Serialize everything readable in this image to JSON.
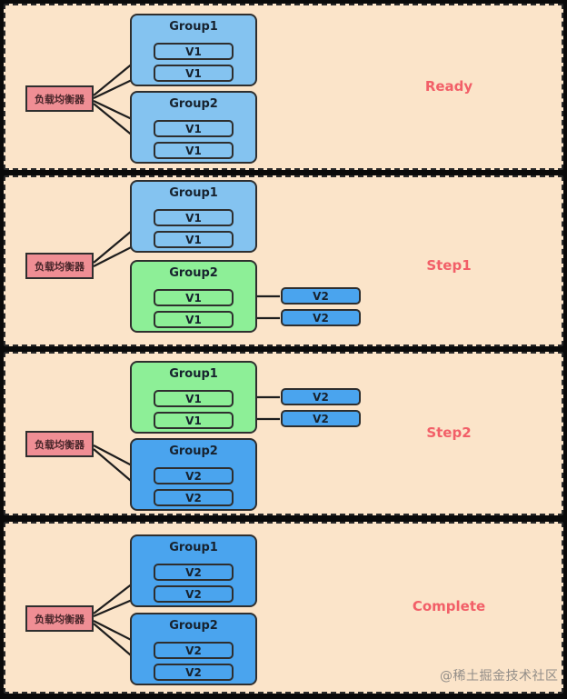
{
  "watermark": "@稀土掘金技术社区",
  "colors": {
    "outer_background": "#0a0a0a",
    "panel_background": "#fbe4c9",
    "v1_lightblue": "#84c3f0",
    "transition_green": "#8def97",
    "v2_blue": "#4aa4ee",
    "load_balancer_pink": "#ef8e94",
    "state_label_red": "#f25f68",
    "stroke_dark": "#2e2e2e"
  },
  "panels": [
    {
      "state": "Ready",
      "load_balancer": "负载均衡器",
      "groups": [
        {
          "title": "Group1",
          "boxes": [
            "V1",
            "V1"
          ]
        },
        {
          "title": "Group2",
          "boxes": [
            "V1",
            "V1"
          ]
        }
      ],
      "incoming_boxes": []
    },
    {
      "state": "Step1",
      "load_balancer": "负载均衡器",
      "groups": [
        {
          "title": "Group1",
          "boxes": [
            "V1",
            "V1"
          ]
        },
        {
          "title": "Group2",
          "boxes": [
            "V1",
            "V1"
          ]
        }
      ],
      "incoming_boxes": [
        "V2",
        "V2"
      ]
    },
    {
      "state": "Step2",
      "load_balancer": "负载均衡器",
      "groups": [
        {
          "title": "Group1",
          "boxes": [
            "V1",
            "V1"
          ]
        },
        {
          "title": "Group2",
          "boxes": [
            "V2",
            "V2"
          ]
        }
      ],
      "incoming_boxes": [
        "V2",
        "V2"
      ]
    },
    {
      "state": "Complete",
      "load_balancer": "负载均衡器",
      "groups": [
        {
          "title": "Group1",
          "boxes": [
            "V2",
            "V2"
          ]
        },
        {
          "title": "Group2",
          "boxes": [
            "V2",
            "V2"
          ]
        }
      ],
      "incoming_boxes": []
    }
  ]
}
